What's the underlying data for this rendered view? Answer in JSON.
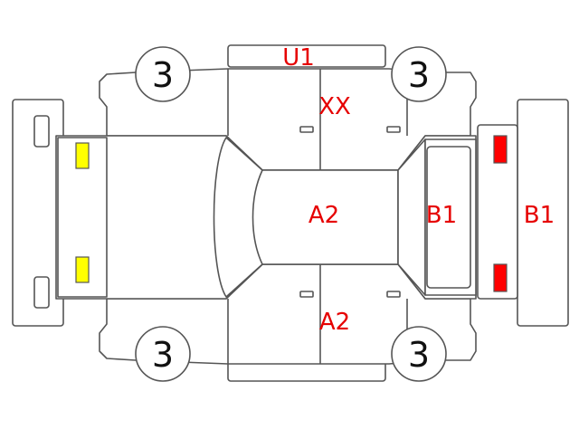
{
  "colors": {
    "outline": "#555555",
    "mark_text": "#e60000",
    "wheel_text": "#111111",
    "front_lamp": "#ffff00",
    "rear_lamp": "#ff0000"
  },
  "tire_condition": {
    "front_left": "3",
    "front_right": "3",
    "rear_left": "3",
    "rear_right": "3"
  },
  "damage_marks": {
    "roof_upper": "U1",
    "upper_doors": "XX",
    "roof_panel": "A2",
    "lower_doors": "A2",
    "rear_window": "B1",
    "rear_bumper": "B1"
  }
}
